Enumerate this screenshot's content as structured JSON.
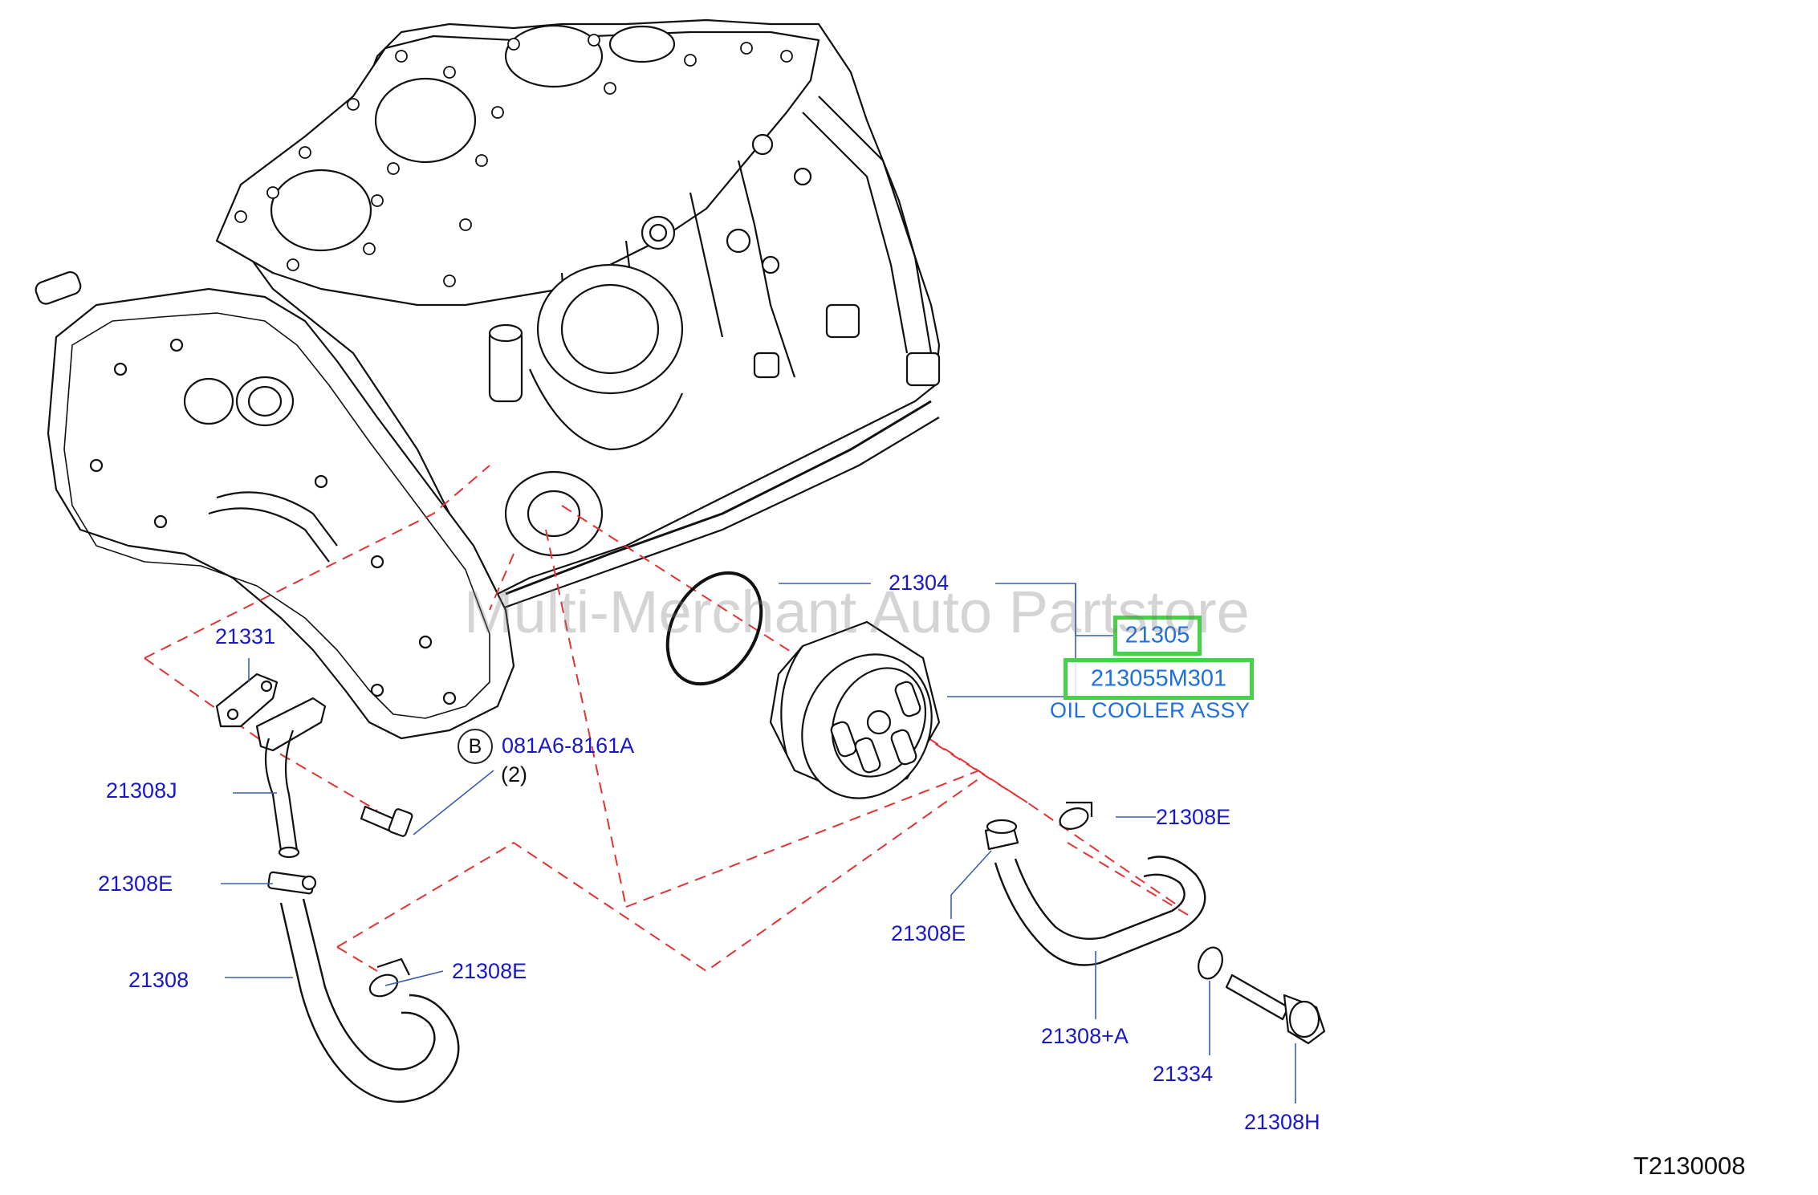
{
  "watermark": "Multi-Merchant Auto Partstore",
  "reference_code": "T2130008",
  "callout_b": {
    "letter": "B",
    "part": "081A6-8161A",
    "qty": "(2)"
  },
  "highlighted": {
    "part_21305": "21305",
    "part_assy": "213055M301"
  },
  "assembly_caption": "OIL COOLER ASSY",
  "labels": {
    "p21304": "21304",
    "p21331": "21331",
    "p21308J": "21308J",
    "p21308E_left": "21308E",
    "p21308": "21308",
    "p21308E_bottom": "21308E",
    "p21308E_right": "21308E",
    "p21308E_mid": "21308E",
    "p21308A": "21308+A",
    "p21334": "21334",
    "p21308H": "21308H"
  },
  "colors": {
    "label_blue": "#1818c8",
    "caption_blue": "#1e6fe0",
    "highlight_green": "#46d246",
    "dashed_red": "#e23232",
    "line_art": "#111111"
  }
}
